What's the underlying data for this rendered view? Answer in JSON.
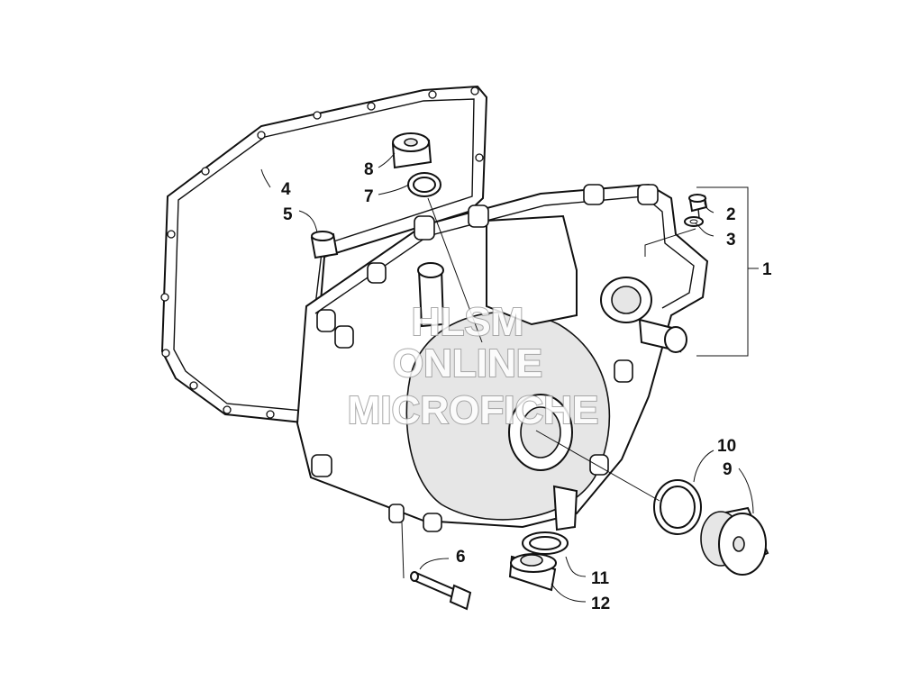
{
  "callouts": [
    {
      "label": "1"
    },
    {
      "label": "2"
    },
    {
      "label": "3"
    },
    {
      "label": "4"
    },
    {
      "label": "5"
    },
    {
      "label": "6"
    },
    {
      "label": "7"
    },
    {
      "label": "8"
    },
    {
      "label": "9"
    },
    {
      "label": "10"
    },
    {
      "label": "11"
    },
    {
      "label": "12"
    }
  ],
  "watermark": {
    "line1": "HLSM",
    "line2": "ONLINE",
    "line3": "MICROFICHE"
  }
}
